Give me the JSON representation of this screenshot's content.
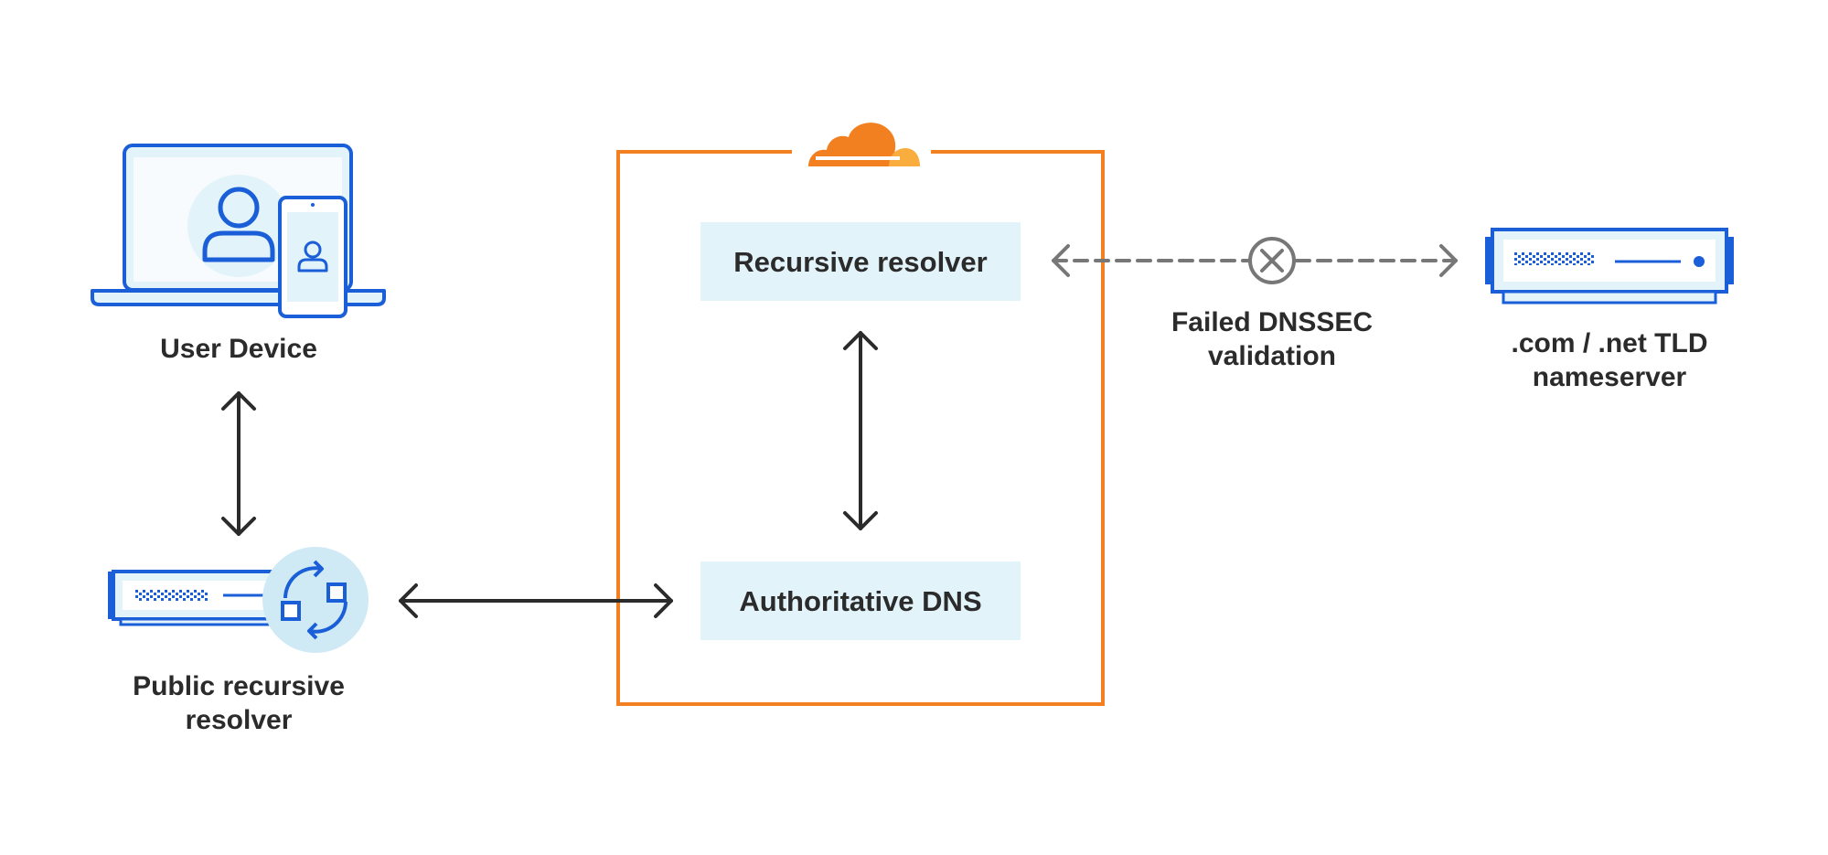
{
  "nodes": {
    "user_device": {
      "label": "User Device",
      "icon": "laptop-phone-user-icon"
    },
    "public_resolver": {
      "label_line1": "Public recursive",
      "label_line2": "resolver",
      "icon": "server-sync-icon"
    },
    "recursive_resolver": {
      "label": "Recursive resolver"
    },
    "authoritative_dns": {
      "label": "Authoritative DNS"
    },
    "tld_nameserver": {
      "label_line1": ".com / .net TLD",
      "label_line2": "nameserver",
      "icon": "server-icon"
    }
  },
  "failure": {
    "label_line1": "Failed DNSSEC",
    "label_line2": "validation",
    "icon": "x-circle-icon"
  },
  "provider": {
    "icon": "cloudflare-cloud-icon"
  },
  "colors": {
    "blue": "#1a5ed8",
    "light_blue": "#e3f3fa",
    "orange": "#f38020",
    "orange_light": "#faad3f",
    "dark": "#2b2b2b",
    "gray": "#777777"
  }
}
